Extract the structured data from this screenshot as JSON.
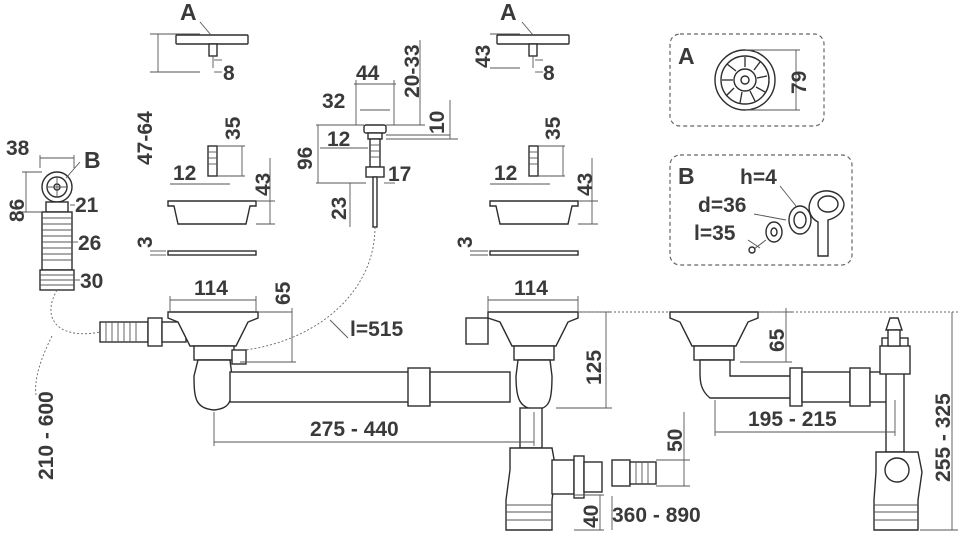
{
  "strainer_a": {
    "letter": "A",
    "thread": "8",
    "height": "47-64",
    "height_right": "43"
  },
  "plug": {
    "width": "44",
    "head": "32",
    "range": "20-33",
    "ten": "10",
    "twelve": "12",
    "height": "96",
    "seventeen": "17",
    "stem": "23"
  },
  "screw_bolt": {
    "length": "35",
    "diameter": "12",
    "height": "43"
  },
  "gasket": {
    "thickness": "3"
  },
  "overflow_b": {
    "letter": "B",
    "width": "38",
    "height": "86",
    "d1": "21",
    "d2": "26",
    "d3": "30",
    "hose": "210 - 600"
  },
  "bowl": {
    "left_width": "114",
    "right_width": "114",
    "drop": "65",
    "cable": "l=515"
  },
  "pipes": {
    "spacing": "275 - 440",
    "trap_height": "125",
    "outlet": "50",
    "offset": "40",
    "outlet_length": "360 - 890"
  },
  "alt_config": {
    "drop": "65",
    "spacing": "195 - 215",
    "height": "255 - 325"
  },
  "detail_a": {
    "letter": "A",
    "diameter": "79"
  },
  "detail_b": {
    "letter": "B",
    "h": "h=4",
    "d": "d=36",
    "l": "l=35"
  }
}
